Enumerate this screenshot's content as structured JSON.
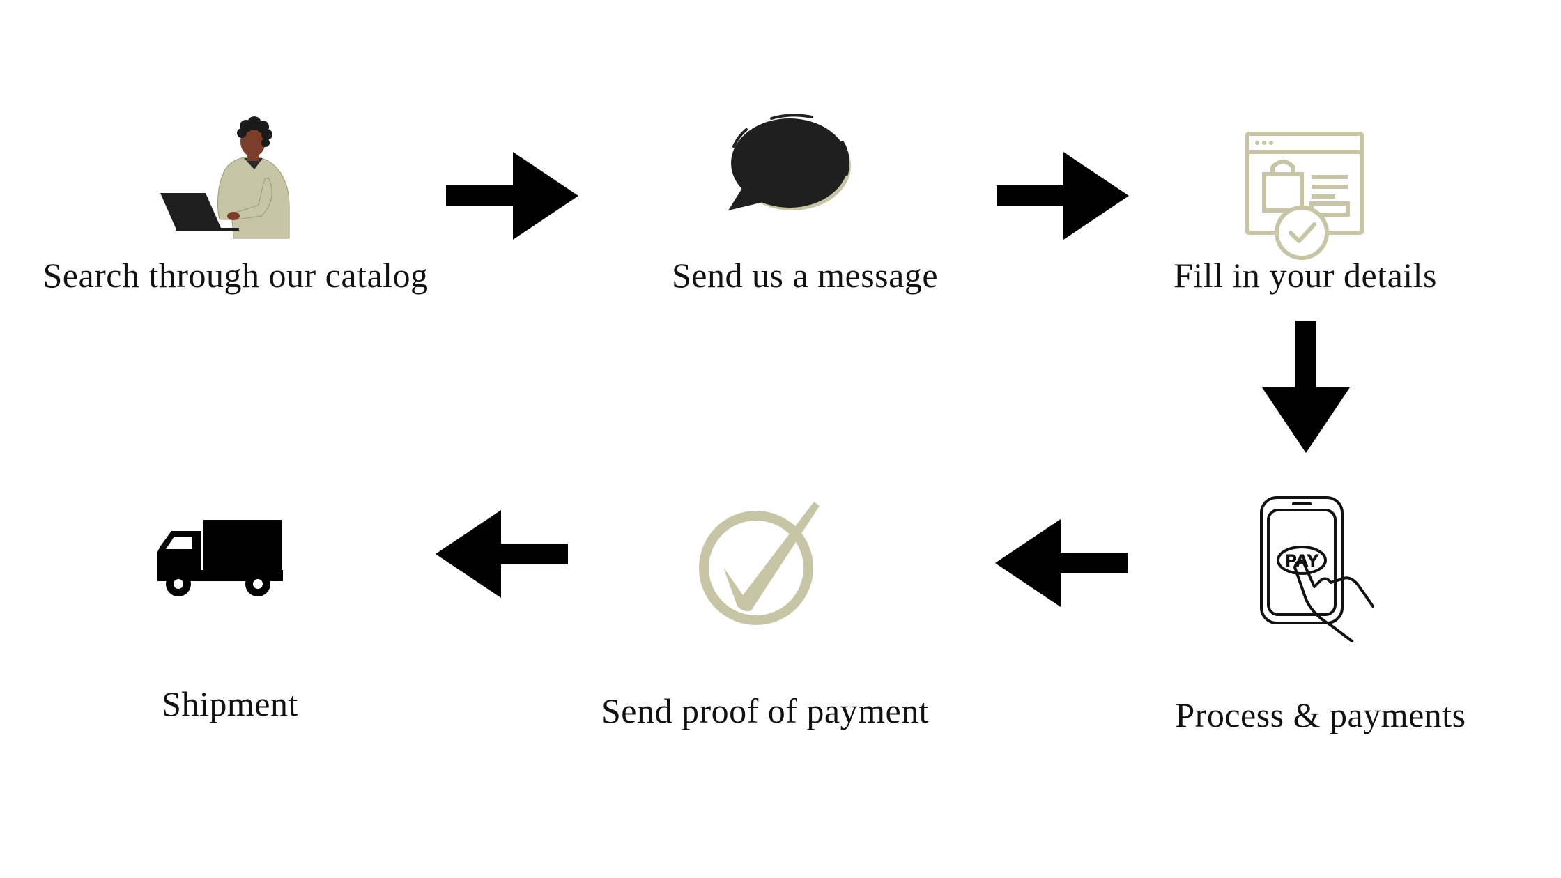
{
  "colors": {
    "background": "#ffffff",
    "ink": "#000000",
    "accent": "#c8c4a6",
    "skin": "#7a3e2a",
    "hair": "#1a1a1a"
  },
  "steps": [
    {
      "label": "Search through our catalog",
      "icon": "person-laptop-icon"
    },
    {
      "label": "Send us a message",
      "icon": "speech-bubble-icon"
    },
    {
      "label": "Fill in your details",
      "icon": "online-form-icon"
    },
    {
      "label": "Process & payments",
      "icon": "phone-pay-icon"
    },
    {
      "label": "Send proof of payment",
      "icon": "checkmark-icon"
    },
    {
      "label": "Shipment",
      "icon": "truck-icon"
    }
  ],
  "connectors": [
    {
      "from": "Search through our catalog",
      "to": "Send us a message",
      "direction": "right"
    },
    {
      "from": "Send us a message",
      "to": "Fill in your details",
      "direction": "right"
    },
    {
      "from": "Fill in your details",
      "to": "Process & payments",
      "direction": "down"
    },
    {
      "from": "Process & payments",
      "to": "Send proof of payment",
      "direction": "left"
    },
    {
      "from": "Send proof of payment",
      "to": "Shipment",
      "direction": "left"
    }
  ],
  "pay_button_text": "PAY"
}
